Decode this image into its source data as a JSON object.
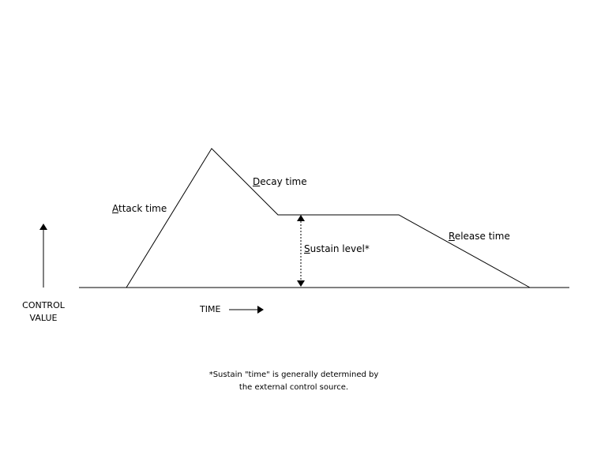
{
  "labels": {
    "attack": {
      "first": "A",
      "rest": "ttack time"
    },
    "decay": {
      "first": "D",
      "rest": "ecay time"
    },
    "sustain": {
      "first": "S",
      "rest": "ustain level*"
    },
    "release": {
      "first": "R",
      "rest": "elease time"
    }
  },
  "axis": {
    "y_line1": "CONTROL",
    "y_line2": "VALUE",
    "x_label": "TIME"
  },
  "footnote": {
    "line1": "*Sustain \"time\" is generally determined by",
    "line2": "the external control source."
  },
  "colors": {
    "ink": "#000000",
    "background": "#ffffff"
  }
}
